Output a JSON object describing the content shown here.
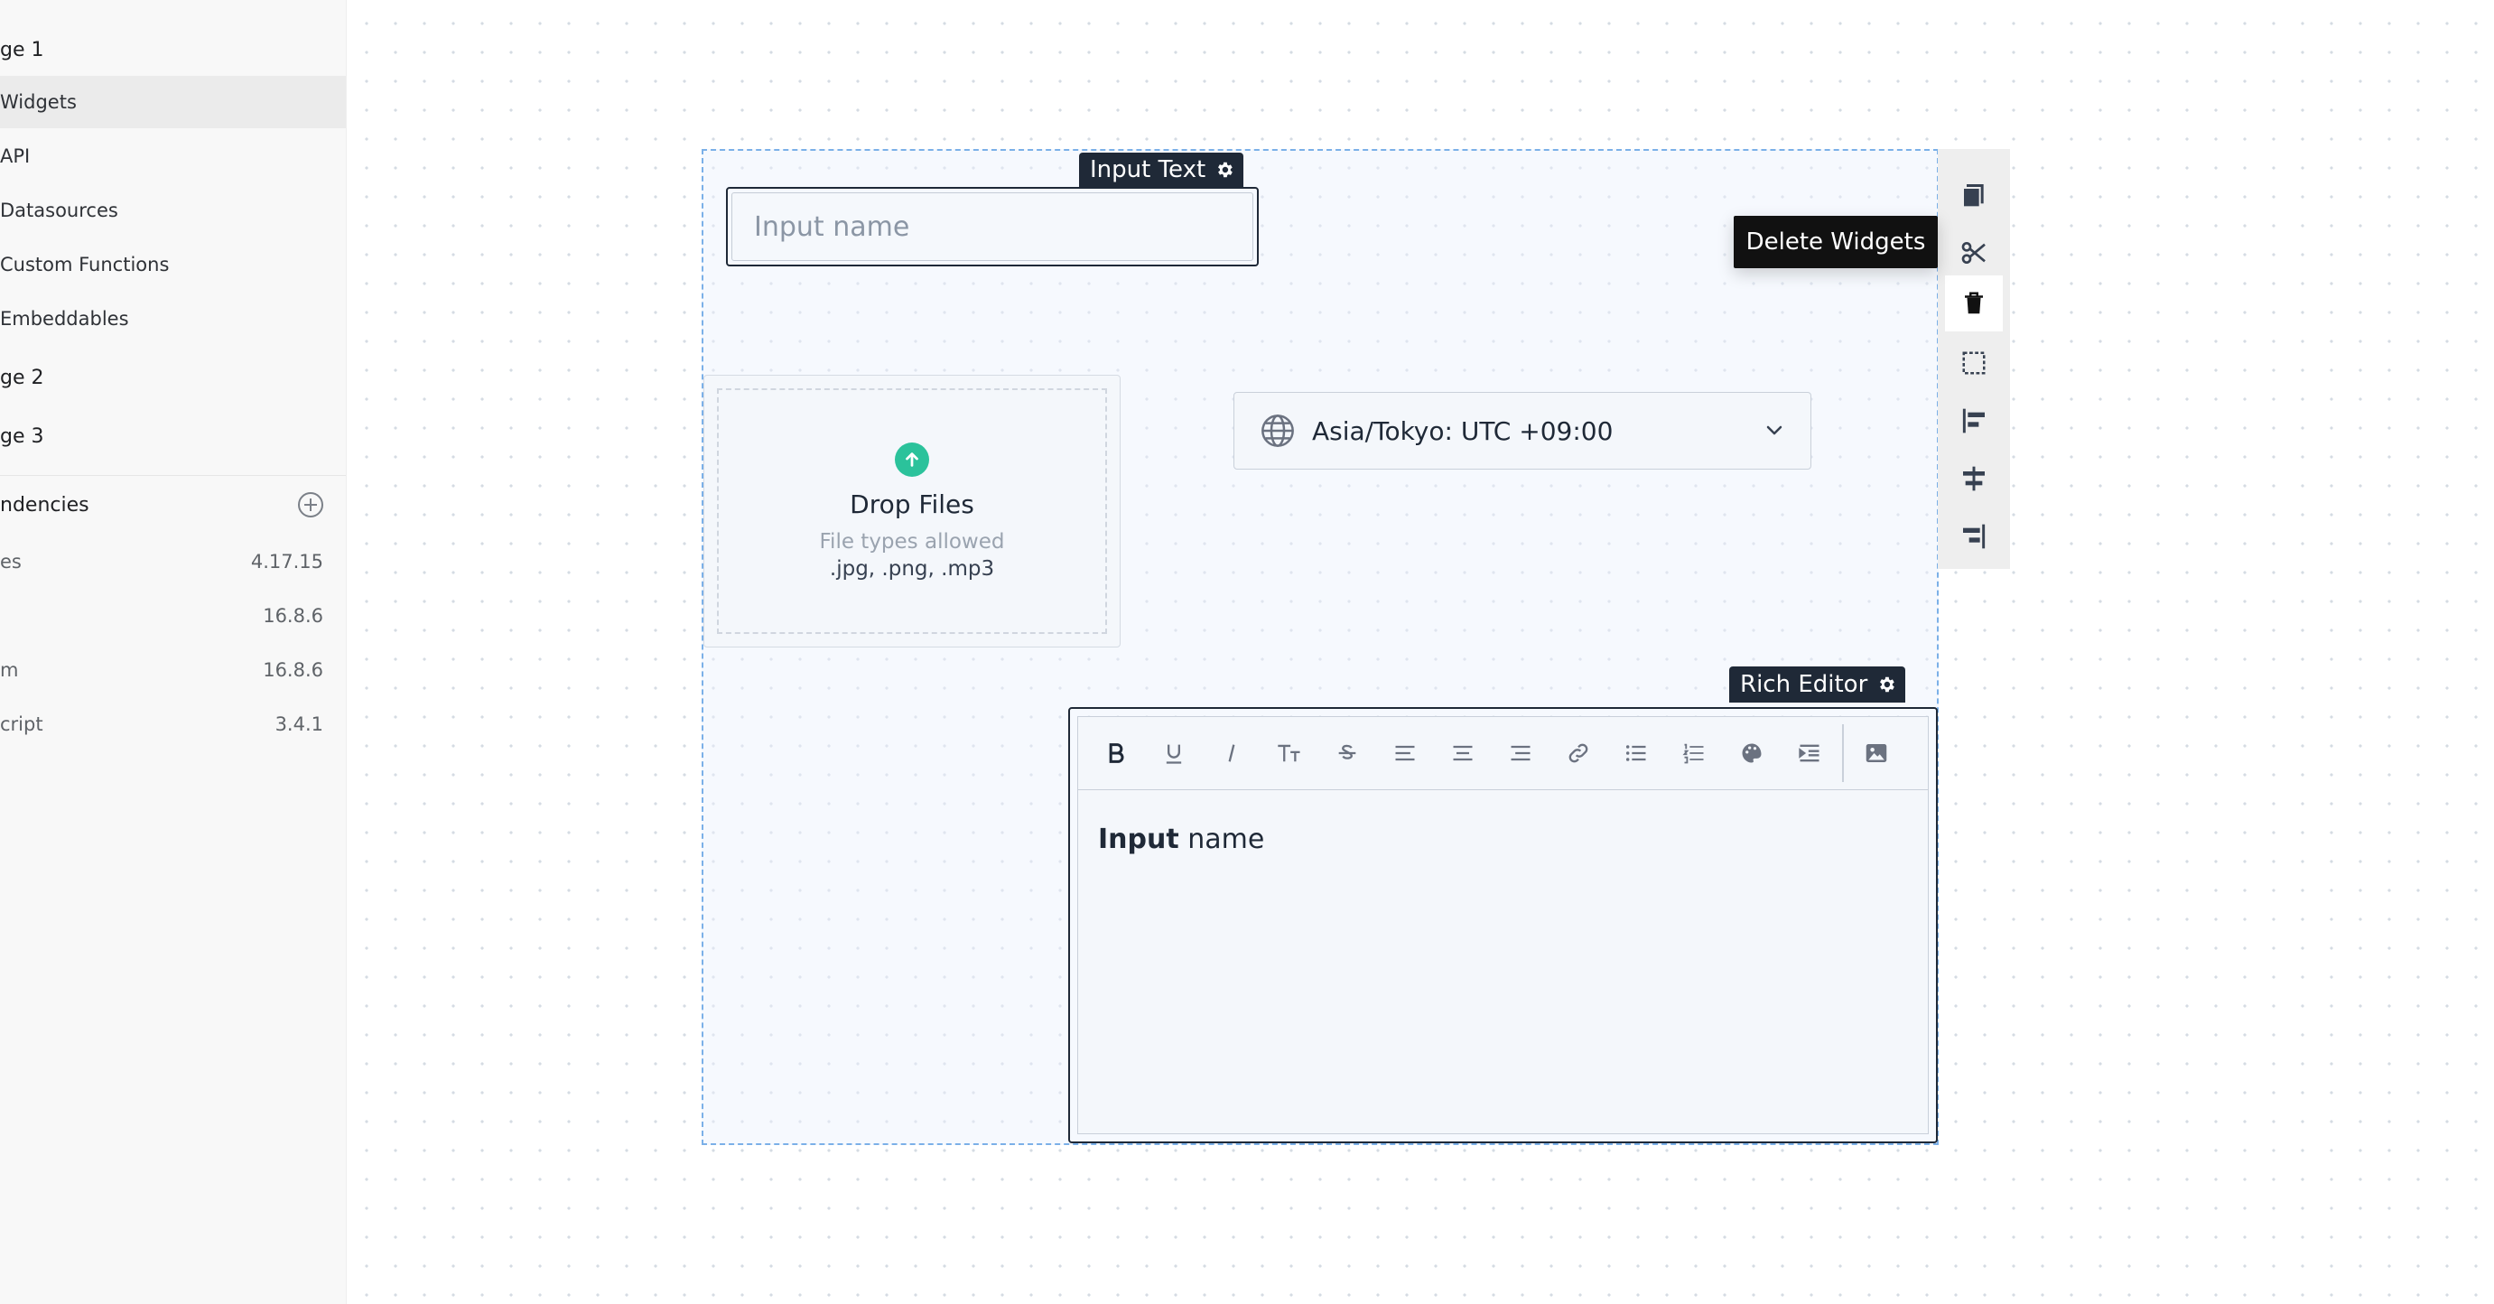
{
  "sidebar": {
    "pages": [
      {
        "label": "ge 1"
      },
      {
        "label": "Widgets"
      },
      {
        "label": "API"
      },
      {
        "label": "Datasources"
      },
      {
        "label": "Custom Functions"
      },
      {
        "label": "Embeddables"
      },
      {
        "label": "ge 2"
      },
      {
        "label": "ge 3"
      }
    ],
    "dependencies": {
      "label": "ndencies",
      "items": [
        {
          "name": "es",
          "version": "4.17.15"
        },
        {
          "name": "",
          "version": "16.8.6"
        },
        {
          "name": "m",
          "version": "16.8.6"
        },
        {
          "name": "cript",
          "version": "3.4.1"
        }
      ]
    }
  },
  "canvas": {
    "input_text_widget": {
      "label": "Input Text",
      "placeholder": "Input name"
    },
    "file_picker_widget": {
      "title": "Drop Files",
      "subtitle": "File types allowed",
      "types": ".jpg, .png, .mp3"
    },
    "timezone_widget": {
      "value": "Asia/Tokyo: UTC +09:00"
    },
    "rich_editor_widget": {
      "label": "Rich Editor",
      "content_bold": "Input",
      "content_rest": " name"
    },
    "toolbar_tooltip": "Delete Widgets"
  },
  "colors": {
    "selection_border": "#7bb0e8",
    "label_bg": "#1f2937",
    "upload_accent": "#2bc29b"
  }
}
